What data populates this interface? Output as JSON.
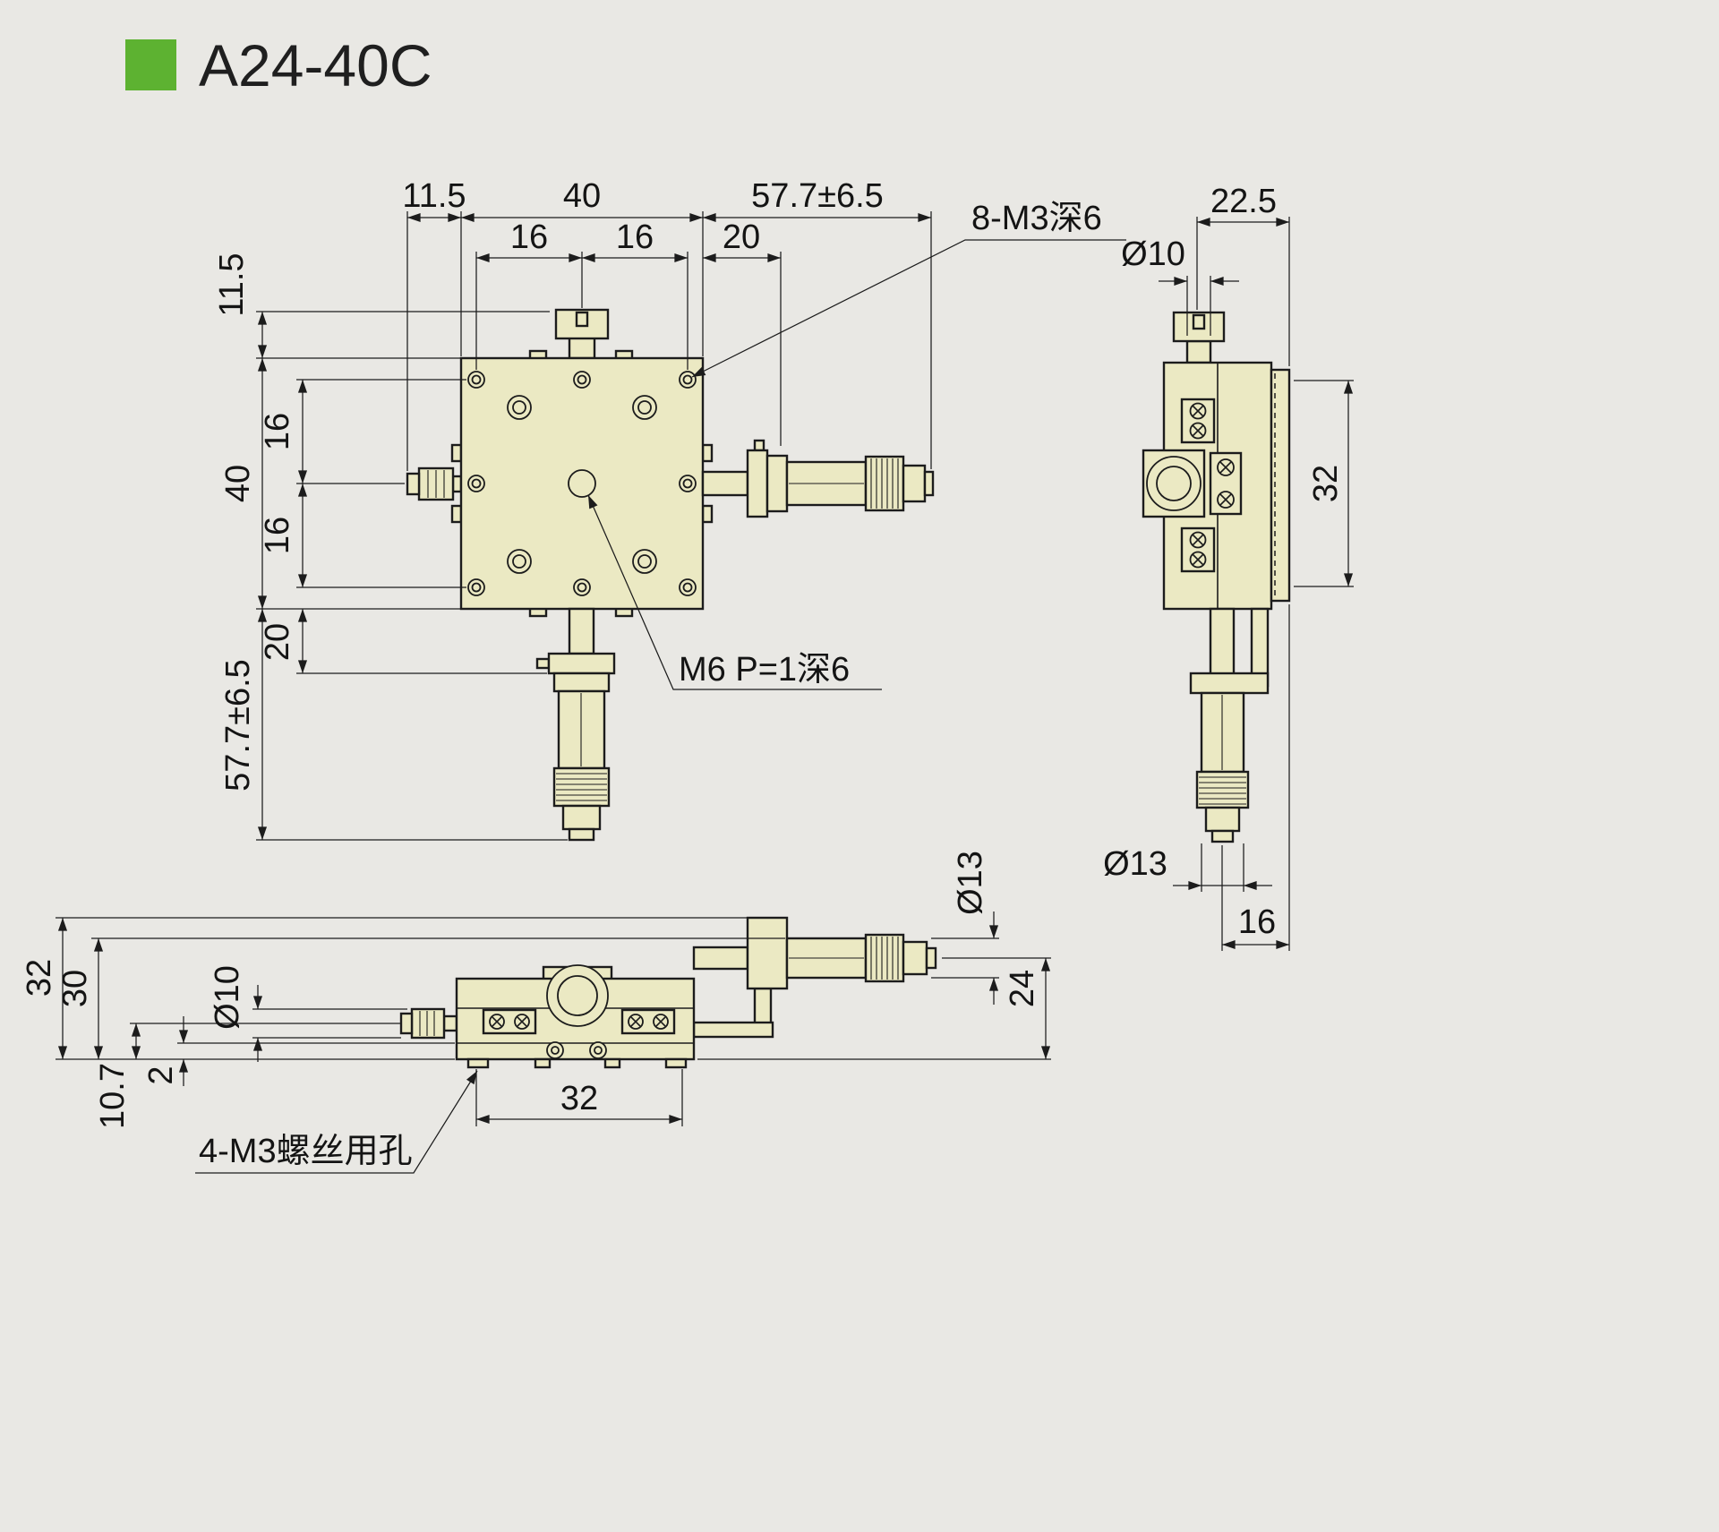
{
  "title": "A24-40C",
  "colors": {
    "accent": "#5db231",
    "background": "#e9e8e4",
    "part_fill": "#ebe9c3",
    "line": "#1c1c1c"
  },
  "top_view": {
    "dim_offset_left_h": "11.5",
    "dim_body_width": "40",
    "dim_micrometer_h": "57.7±6.5",
    "dim_hole_pitch_h1": "16",
    "dim_hole_pitch_h2": "16",
    "dim_mount_offset_h": "20",
    "dim_offset_top_v": "11.5",
    "dim_hole_pitch_v1": "16",
    "dim_body_height": "40",
    "dim_hole_pitch_v2": "16",
    "dim_mount_offset_v": "20",
    "dim_micrometer_v": "57.7±6.5",
    "label_corner_holes": "8-M3深6",
    "label_center_hole": "M6 P=1深6"
  },
  "side_view": {
    "dim_depth": "22.5",
    "dim_knob_dia": "Ø10",
    "dim_screw_pitch": "32",
    "dim_thimble_dia": "Ø13",
    "dim_axis_offset": "16"
  },
  "front_view": {
    "dim_total_height": "32",
    "dim_height_30": "30",
    "dim_knob_dia": "Ø10",
    "dim_base_height": "10.7",
    "dim_lip": "2",
    "dim_thimble_dia": "Ø13",
    "dim_axis_height": "24",
    "dim_hole_pitch": "32",
    "label_mount_holes": "4-M3螺丝用孔"
  }
}
